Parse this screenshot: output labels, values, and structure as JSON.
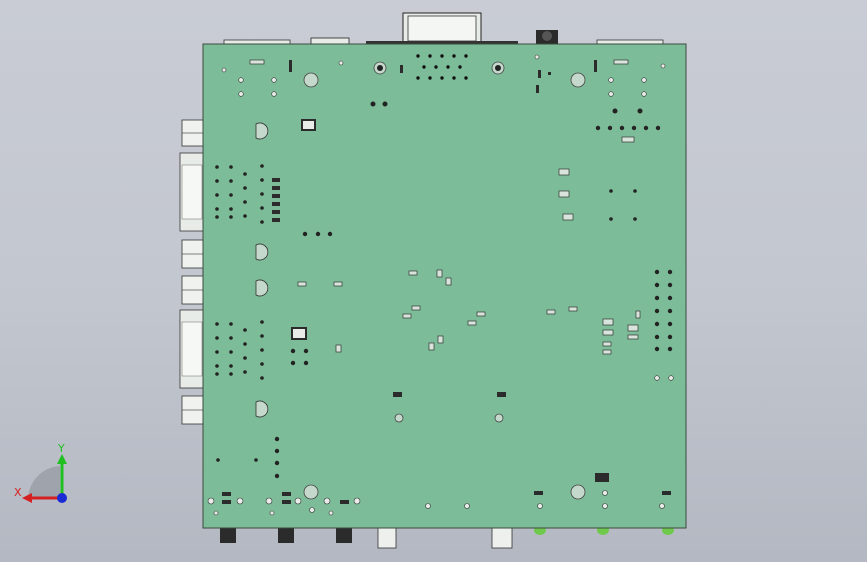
{
  "scene": {
    "model": "pcb-board-assembly",
    "view": "front-orthographic",
    "colors": {
      "background_top": "#c9ccd4",
      "background_bottom": "#b4b8c2",
      "board": "#7dbc98",
      "board_edge": "#3a4a3e",
      "connector_body": "#e6ece6",
      "connector_dark": "#2a2a2a",
      "component_dark": "#2b2b2b",
      "led_green": "#6fc94a"
    }
  },
  "triad": {
    "x_label": "X",
    "y_label": "Y",
    "colors": {
      "x": "#d42020",
      "y": "#20c020",
      "z": "#1a2ad4"
    }
  }
}
